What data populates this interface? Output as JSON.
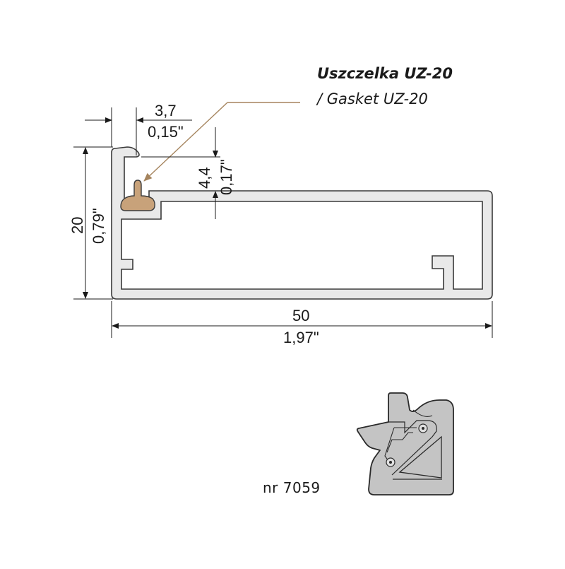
{
  "gasket": {
    "title": "Uszczelka UZ-20",
    "subtitle": "/ Gasket UZ-20",
    "color": "#c8a27a"
  },
  "dimensions": {
    "offset_mm": "3,7",
    "offset_in": "0,15\"",
    "gap_mm": "4,4",
    "gap_in": "0,17\"",
    "height_mm": "20",
    "height_in": "0,79\"",
    "width_mm": "50",
    "width_in": "1,97\""
  },
  "part": {
    "number": "nr 7059"
  },
  "colors": {
    "profile_fill": "#e9e9e9",
    "profile_stroke": "#3a3a3a",
    "corner_fill": "#c4c4c4",
    "leader": "#a5845e"
  }
}
